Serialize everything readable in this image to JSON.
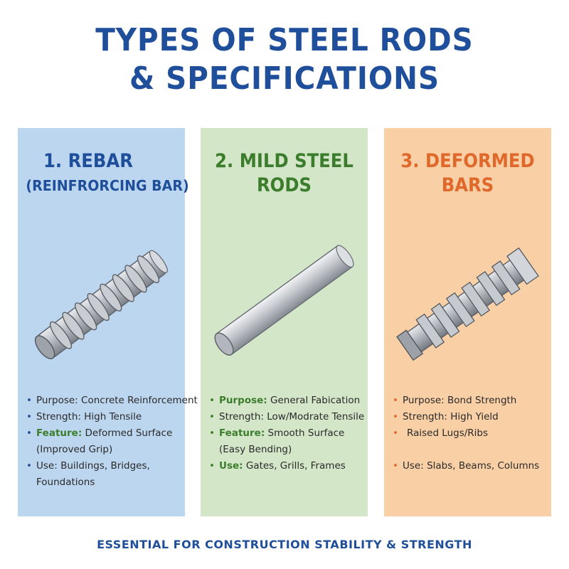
{
  "title": {
    "line1": "TYPES OF STEEL RODS",
    "line2": "& SPECIFICATIONS"
  },
  "panels": [
    {
      "heading1": "1. REBAR",
      "heading2": "(REINFRORCING BAR)",
      "color": "#1f4e9a",
      "background": "#bcd6ef",
      "illustration": "ribbed-rebar",
      "items": [
        {
          "key": "Purpose:",
          "value": " Concrete Reinforcement"
        },
        {
          "key": "Strength:",
          "value": " High Tensile"
        },
        {
          "key": "Feature:",
          "value": " Deformed Surface",
          "sub": "(Improved Grip)"
        },
        {
          "key": "Use:",
          "value": " Buildings, Bridges,",
          "sub": "Foundations"
        }
      ]
    },
    {
      "heading1": "2. MILD STEEL",
      "heading2": "RODS",
      "color": "#3b7d2c",
      "background": "#d3e6c8",
      "illustration": "smooth-rod",
      "items": [
        {
          "key": "Purpose:",
          "value": " General Fabication"
        },
        {
          "key": "Strength:",
          "value": " Low/Modrate Tensile"
        },
        {
          "key": "Feature:",
          "value": " Smooth Surface",
          "sub": "(Easy Bending)"
        },
        {
          "key": "Use:",
          "value": " Gates, Grills, Frames"
        }
      ]
    },
    {
      "heading1": "3. DEFORMED",
      "heading2": "BARS",
      "color": "#e0682a",
      "background": "#f9cfa6",
      "illustration": "square-deformed-bar",
      "items": [
        {
          "key": "Purpose:",
          "value": " Bond Strength"
        },
        {
          "key": "Strength:",
          "value": " High Yield"
        },
        {
          "key": "",
          "value": "Raised Lugs/Ribs"
        },
        {
          "key": "Use:",
          "value": " Slabs, Beams, Columns"
        }
      ]
    }
  ],
  "footer": "ESSENTIAL FOR CONSTRUCTION STABILITY & STRENGTH"
}
